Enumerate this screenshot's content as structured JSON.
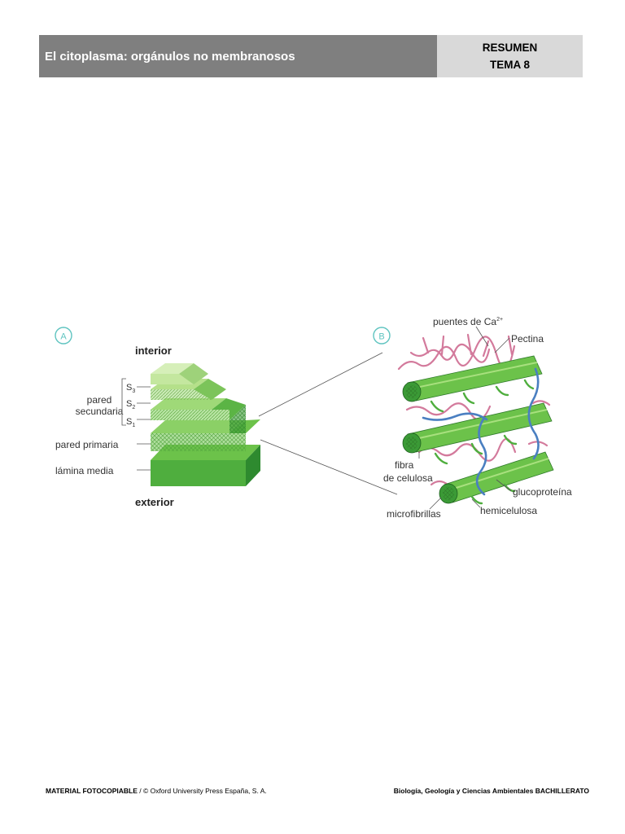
{
  "header": {
    "title": "El citoplasma: orgánulos no membranosos",
    "badge_line1": "RESUMEN",
    "badge_line2": "TEMA 8"
  },
  "figure": {
    "panel_a": {
      "marker": "A",
      "interior": "interior",
      "exterior": "exterior",
      "pared_secundaria_1": "pared",
      "pared_secundaria_2": "secundaria",
      "s3": "S",
      "s3_sub": "3",
      "s2": "S",
      "s2_sub": "2",
      "s1": "S",
      "s1_sub": "1",
      "pared_primaria": "pared primaria",
      "lamina_media": "lámina media"
    },
    "panel_b": {
      "marker": "B",
      "puentes": "puentes de Ca",
      "puentes_sup": "2+",
      "pectina": "Pectina",
      "fibra_1": "fibra",
      "fibra_2": "de celulosa",
      "microfibrillas": "microfibrillas",
      "glucoproteina": "glucoproteína",
      "hemicelulosa": "hemicelulosa"
    },
    "colors": {
      "green_light": "#b5e08a",
      "green_mid": "#6cc24a",
      "green_dark": "#3b9a36",
      "pectin_pink": "#d37a9c",
      "glyco_blue": "#4a7fc1",
      "marker_teal": "#5fc4c0"
    }
  },
  "footer": {
    "left_bold": "MATERIAL FOTOCOPIABLE",
    "left_rest": " / © Oxford University Press España, S. A.",
    "right": "Biología, Geología y Ciencias Ambientales BACHILLERATO"
  }
}
